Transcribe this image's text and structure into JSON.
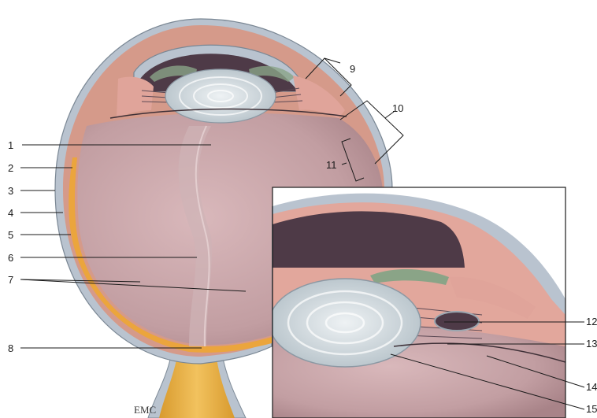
{
  "labels": {
    "l1": "1",
    "l2": "2",
    "l3": "3",
    "l4": "4",
    "l5": "5",
    "l6": "6",
    "l7": "7",
    "l8": "8",
    "l9": "9",
    "l10": "10",
    "l11": "11",
    "l12": "12",
    "l13": "13",
    "l14": "14",
    "l15": "15"
  },
  "signature": "EMC",
  "colors": {
    "sclera": "#b9c3cf",
    "vitreous": "#c7a5a8",
    "retina": "#e7a13a",
    "choroid": "#c98a7d",
    "iris": "#4e3a47",
    "lens": "#d3dbe0",
    "optic_nerve": "#e8b04a",
    "ciliary_body": "#e0a49a"
  }
}
